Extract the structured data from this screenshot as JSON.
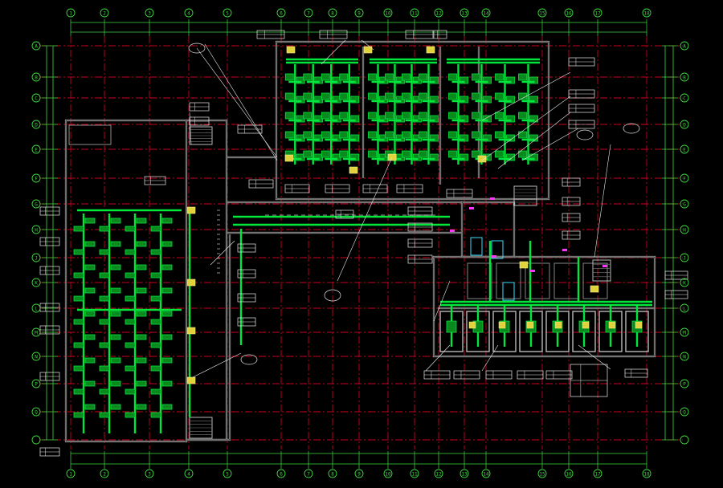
{
  "drawing": {
    "background": "#000000",
    "colors": {
      "axis_grid": "#c8001e",
      "dimension": "#3fd83f",
      "wall": "#b8b8b8",
      "wall_dark": "#7a7a7a",
      "duct": "#00e63a",
      "duct_fill": "#0a8a1e",
      "equipment": "#e0d23a",
      "annotation": "#e8e8e8",
      "leader": "#e8e8e8",
      "magenta": "#ff36ff",
      "cyan": "#36e0ff"
    },
    "axis_labels_top": [
      "1",
      "2",
      "3",
      "4",
      "5",
      "6",
      "7",
      "8",
      "9",
      "10",
      "11",
      "12",
      "13",
      "14",
      "15",
      "16",
      "17",
      "18"
    ],
    "axis_labels_side": [
      "A",
      "B",
      "C",
      "D",
      "E",
      "F",
      "G",
      "H",
      "J",
      "K",
      "L",
      "M",
      "N",
      "P",
      "Q"
    ],
    "room_title_left": "",
    "title_block_left": ""
  }
}
